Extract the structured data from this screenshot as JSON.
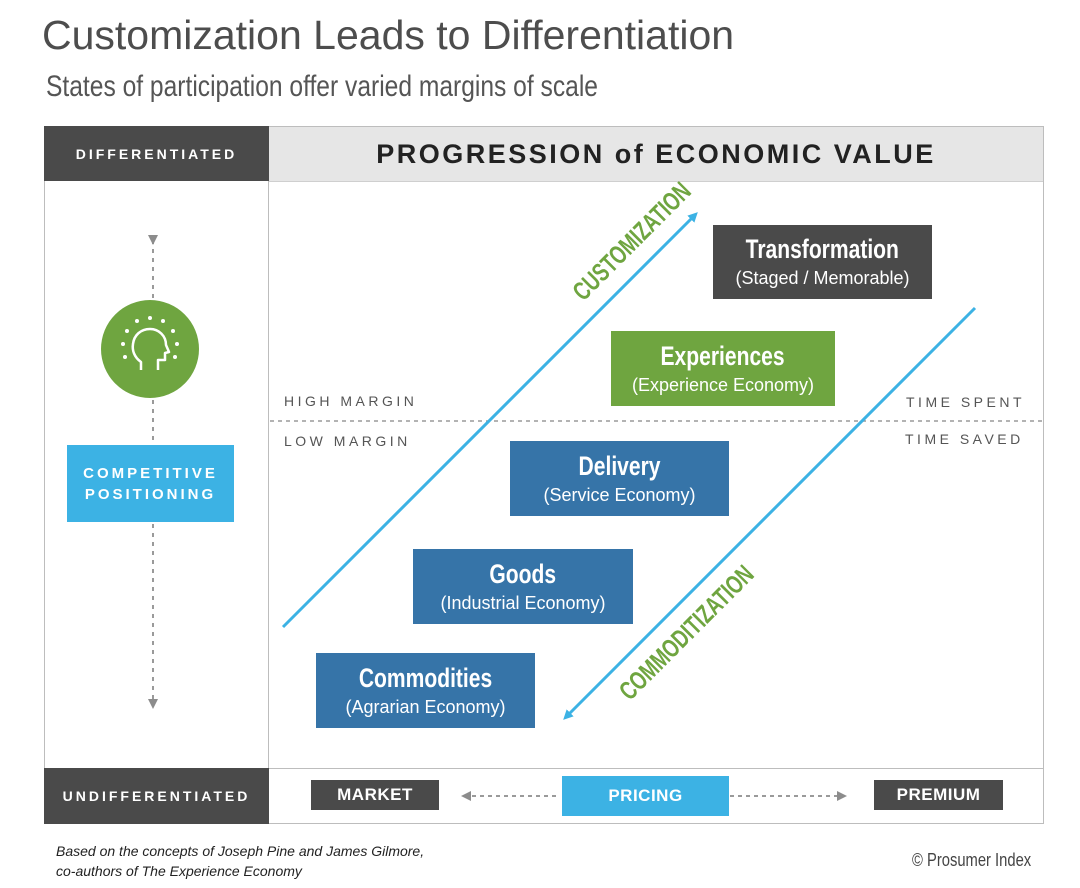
{
  "title": "Customization Leads to Differentiation",
  "subtitle": "States of participation offer varied margins of scale",
  "header": {
    "left_label": "DIFFERENTIATED",
    "main_title": "PROGRESSION of ECONOMIC VALUE"
  },
  "left_panel": {
    "positioning_line1": "COMPETITIVE",
    "positioning_line2": "POSITIONING",
    "icon": "head-idea-icon"
  },
  "bottom": {
    "left_label": "UNDIFFERENTIATED",
    "market": "MARKET",
    "pricing": "PRICING",
    "premium": "PREMIUM"
  },
  "margins": {
    "high_margin": "HIGH MARGIN",
    "low_margin": "LOW MARGIN",
    "time_spent": "TIME SPENT",
    "time_saved": "TIME SAVED"
  },
  "axes": {
    "customization": "CUSTOMIZATION",
    "commoditization": "COMMODITIZATION"
  },
  "stages": [
    {
      "name": "Transformation",
      "sub": "(Staged / Memorable)",
      "color": "#4a4a4a"
    },
    {
      "name": "Experiences",
      "sub": "(Experience Economy)",
      "color": "#6fa540"
    },
    {
      "name": "Delivery",
      "sub": "(Service Economy)",
      "color": "#3674a8"
    },
    {
      "name": "Goods",
      "sub": "(Industrial Economy)",
      "color": "#3674a8"
    },
    {
      "name": "Commodities",
      "sub": "(Agrarian Economy)",
      "color": "#3674a8"
    }
  ],
  "footnote": {
    "line1": "Based on the concepts of Joseph Pine and James Gilmore,",
    "line2": "co-authors of The Experience Economy"
  },
  "copyright": "© Prosumer Index",
  "colors": {
    "dark": "#4a4a4a",
    "green": "#6fa540",
    "blue": "#3674a8",
    "light_blue": "#3cb2e4"
  }
}
